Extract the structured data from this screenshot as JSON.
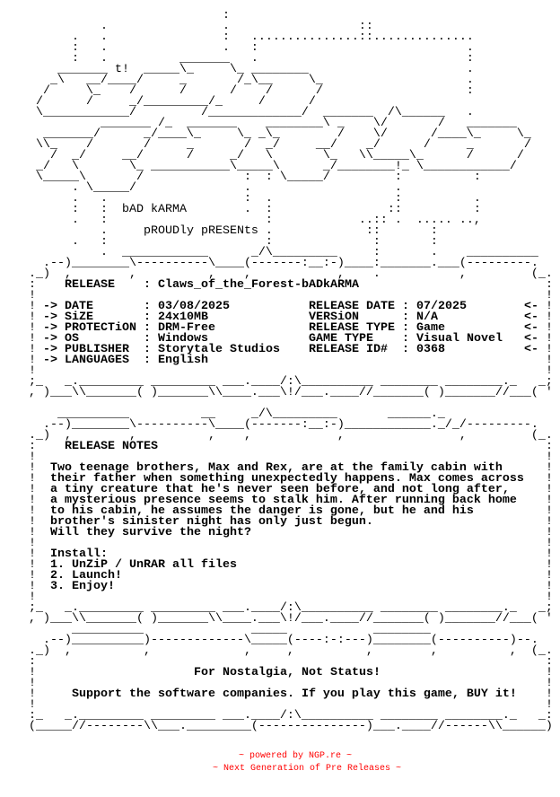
{
  "logo": [
    "",
    "                               :",
    "              .                .                  ::",
    "          .   .                :   ...............::..............",
    "          :   .                .   :                             .",
    "          :   .          _______   .                             :",
    "        _______ t!  _____\\_     \\_ ________                      .",
    "       _\\   __/____/     _       /_\\__     \\_                    .",
    "      /     \\_    /      /      /    /      /                    :",
    "     /      /     _/_________/_     /      /",
    "     \\____________/         /_____________/  _______  /\\______   .",
    "              _______ /_  _______    ________\\ _    \\/       /   _______",
    "      _______/      _/____\\_     \\_ _\\_        /    \\/      /____\\_     \\_",
    "     \\\\_    /       /     _       /  _/     __/    _/      /     _       /",
    "       /  _/     __/      /     _/   \\       \\_   \\\\_____\\_      /      /",
    "     _/   \\       \\_ ___________\\_____\\      _/________!_ \\____________/",
    "     \\_____\\       /              :  : \\_____/         :          :",
    "          . \\_____/               .                    .",
    "          .   .                   :  .                 :          .",
    "          :   :  bAD kARMA        .  :                ::          :",
    "          .   :                      :            ..:: .  ..... ..,",
    "              .     pROUDly pRESENts .             ::       :",
    "          .   :                      :              :       :",
    "              .  ____________      _/\\_________     :       .    __________"
  ],
  "borders": {
    "box1_top": [
      "      .--)________\\----------\\____(-------:__:-)____:_______.___(---------.",
      "    ._)  ,        ,          ,    ,            ,    .           ,         (_."
    ],
    "box1_bottom": [
      "    ;_   _._________ _________ ___.____/:\\__________ ________ ________._   _;",
      "    , )___\\\\_______( )_______\\\\____.___\\!/___.____//_______( )_______//___( '"
    ],
    "box2_top": [
      "        __________          __     _/\\_________       ______._",
      "      .--)________\\----------\\____(-------:__:-)____________._/_/---------.",
      "    ._)  ,        ,          ,    ,            ,                ,         (_."
    ],
    "box2_bottom": [
      "    ;_   _._________ _________ ___.____/:\\__________ ________ ________._   _;",
      "    , )___\\\\_______( )_______\\\\____.___\\!/___.____//_______( )_______//___( '"
    ],
    "box3_top": [
      "          __________               _____            ________",
      "      .--)__________)-------------\\_____(----:-:---)________(----------)--.",
      "    ._)  ,          ,             ,     ,          ,        ,          ,  (_."
    ],
    "box3_bottom": [
      "    :_   _._________ _________ ___.____/:\\__________ ________ ________._   _:",
      "    (_____//--------\\\\___._________(---------------)___.____//------\\\\______)"
    ],
    "side_top": ":",
    "side": "!"
  },
  "release": {
    "release_label": "RELEASE",
    "release_value": "Claws_of_the_Forest-bADkARMA",
    "arrow_left": "->",
    "arrow_right": "<-",
    "sep": ":",
    "left": [
      {
        "label": "DATE",
        "value": "03/08/2025"
      },
      {
        "label": "SiZE",
        "value": "24x10MB"
      },
      {
        "label": "PROTECTiON",
        "value": "DRM-Free"
      },
      {
        "label": "OS",
        "value": "Windows"
      },
      {
        "label": "PUBLISHER",
        "value": "Storytale Studios"
      },
      {
        "label": "LANGUAGES",
        "value": "English"
      }
    ],
    "right": [
      {
        "label": "RELEASE DATE",
        "value": "07/2025"
      },
      {
        "label": "VERSiON",
        "value": "N/A"
      },
      {
        "label": "RELEASE TYPE",
        "value": "Game"
      },
      {
        "label": "GAME TYPE",
        "value": "Visual Novel"
      },
      {
        "label": "RELEASE ID#",
        "value": "0368"
      }
    ]
  },
  "notes": {
    "title": "RELEASE NOTES",
    "paragraph": [
      "Two teenage brothers, Max and Rex, are at the family cabin with",
      "their father when something unexpectedly happens. Max comes across",
      "a tiny creature that he's never seen before, and not long after,",
      "a mysterious presence seems to stalk him. After running back home",
      "to his cabin, he assumes the danger is gone, but he and his",
      "brother's sinister night has only just begun.",
      "Will they survive the night?"
    ],
    "install_title": "Install:",
    "install_steps": [
      "1. UnZiP / UnRAR all files",
      "2. Launch!",
      "3. Enjoy!"
    ]
  },
  "closing": {
    "motto": "For Nostalgia, Not Status!",
    "support": "Support the software companies. If you play this game, BUY it!"
  },
  "footer": {
    "line1": "~ powered by NGP.re ~",
    "line2": "~ Next Generation of Pre Releases ~",
    "color": "#ff0000"
  }
}
